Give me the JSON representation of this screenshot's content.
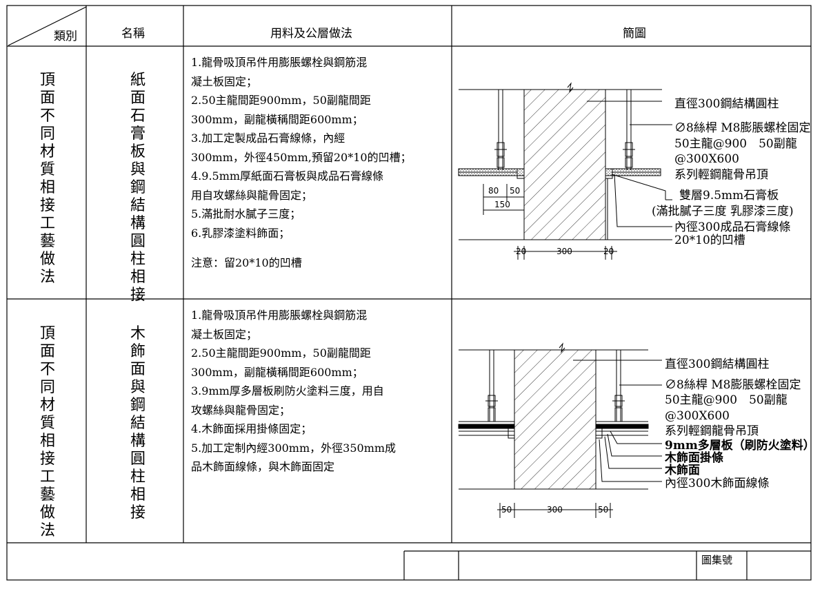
{
  "header": {
    "category": "類別",
    "name": "名稱",
    "method": "用料及公層做法",
    "diagram": "簡圖"
  },
  "rows": [
    {
      "category": "頂面不同材質相接工藝做法",
      "name": "紙面石膏板與鋼結構圓柱相接",
      "spec": [
        "1.龍骨吸頂吊件用膨脹螺栓與鋼筋混",
        "凝土板固定；",
        "2.50主龍間距900mm，50副龍間距",
        "300mm，副龍橫稱間距600mm；",
        "3.加工定製成品石膏線條，內經",
        "300mm，外徑450mm,預留20*10的凹槽；",
        "4.9.5mm厚紙面石膏板與成品石膏線條",
        "用自攻螺絲與龍骨固定；",
        "5.滿批耐水膩子三度；",
        "6.乳膠漆塗料飾面；",
        "注意：留20*10的凹槽"
      ],
      "diagram": {
        "labels": [
          "直徑300鋼結構圓柱",
          "∅8絲桿 M8膨脹螺栓固定",
          "50主龍@900　50副龍",
          "@300X600",
          "系列輕鋼龍骨吊頂",
          "雙層9.5mm石膏板",
          "(滿批膩子三度 乳膠漆三度)",
          "內徑300成品石膏線條",
          "20*10的凹槽"
        ],
        "dims": [
          "80",
          "50",
          "150",
          "20",
          "300",
          "20"
        ]
      }
    },
    {
      "category": "頂面不同材質相接工藝做法",
      "name": "木飾面與鋼結構圓柱相接",
      "spec": [
        "1.龍骨吸頂吊件用膨脹螺栓與鋼筋混",
        "凝土板固定；",
        "2.50主龍間距900mm，50副龍間距",
        "300mm，副龍橫稱間距600mm；",
        "3.9mm厚多層板刷防火塗料三度，用自",
        "攻螺絲與龍骨固定；",
        "4.木飾面採用掛條固定；",
        "5.加工定制內經300mm，外徑350mm成",
        "品木飾面線條，與木飾面固定"
      ],
      "diagram": {
        "labels": [
          "直徑300鋼結構圓柱",
          "∅8絲桿 M8膨脹螺栓固定",
          "50主龍@900　50副龍",
          "@300X600",
          "系列輕鋼龍骨吊頂",
          "9mm多層板（刷防火塗料）",
          "木飾面掛條",
          "木飾面",
          "內徑300木飾面線條"
        ],
        "dims": [
          "50",
          "300",
          "50"
        ]
      }
    }
  ],
  "footer": {
    "atlas_no_label": "圖集號"
  }
}
